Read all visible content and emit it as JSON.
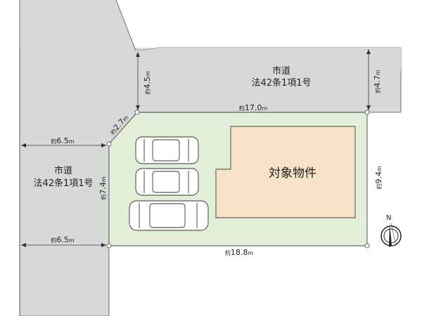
{
  "roads": {
    "top": {
      "name": "市道",
      "law": "法42条1項1号"
    },
    "left": {
      "name": "市道",
      "law": "法42条1項1号"
    }
  },
  "building": {
    "label": "対象物件"
  },
  "dimensions": {
    "prefix": "約",
    "unit": "m",
    "top_road_width_left": "4.5",
    "top_road_width_right": "4.7",
    "lot_top": "17.0",
    "corner_cut": "2.7",
    "left_road_width_upper": "6.5",
    "left_road_width_lower": "6.5",
    "lot_left": "7.4",
    "lot_right": "9.4",
    "lot_bottom": "18.8"
  },
  "compass": {
    "north": "N"
  },
  "colors": {
    "road": "#d7d8d8",
    "lot": "#e3eed9",
    "building": "#f6e2c6",
    "line": "#333333"
  }
}
